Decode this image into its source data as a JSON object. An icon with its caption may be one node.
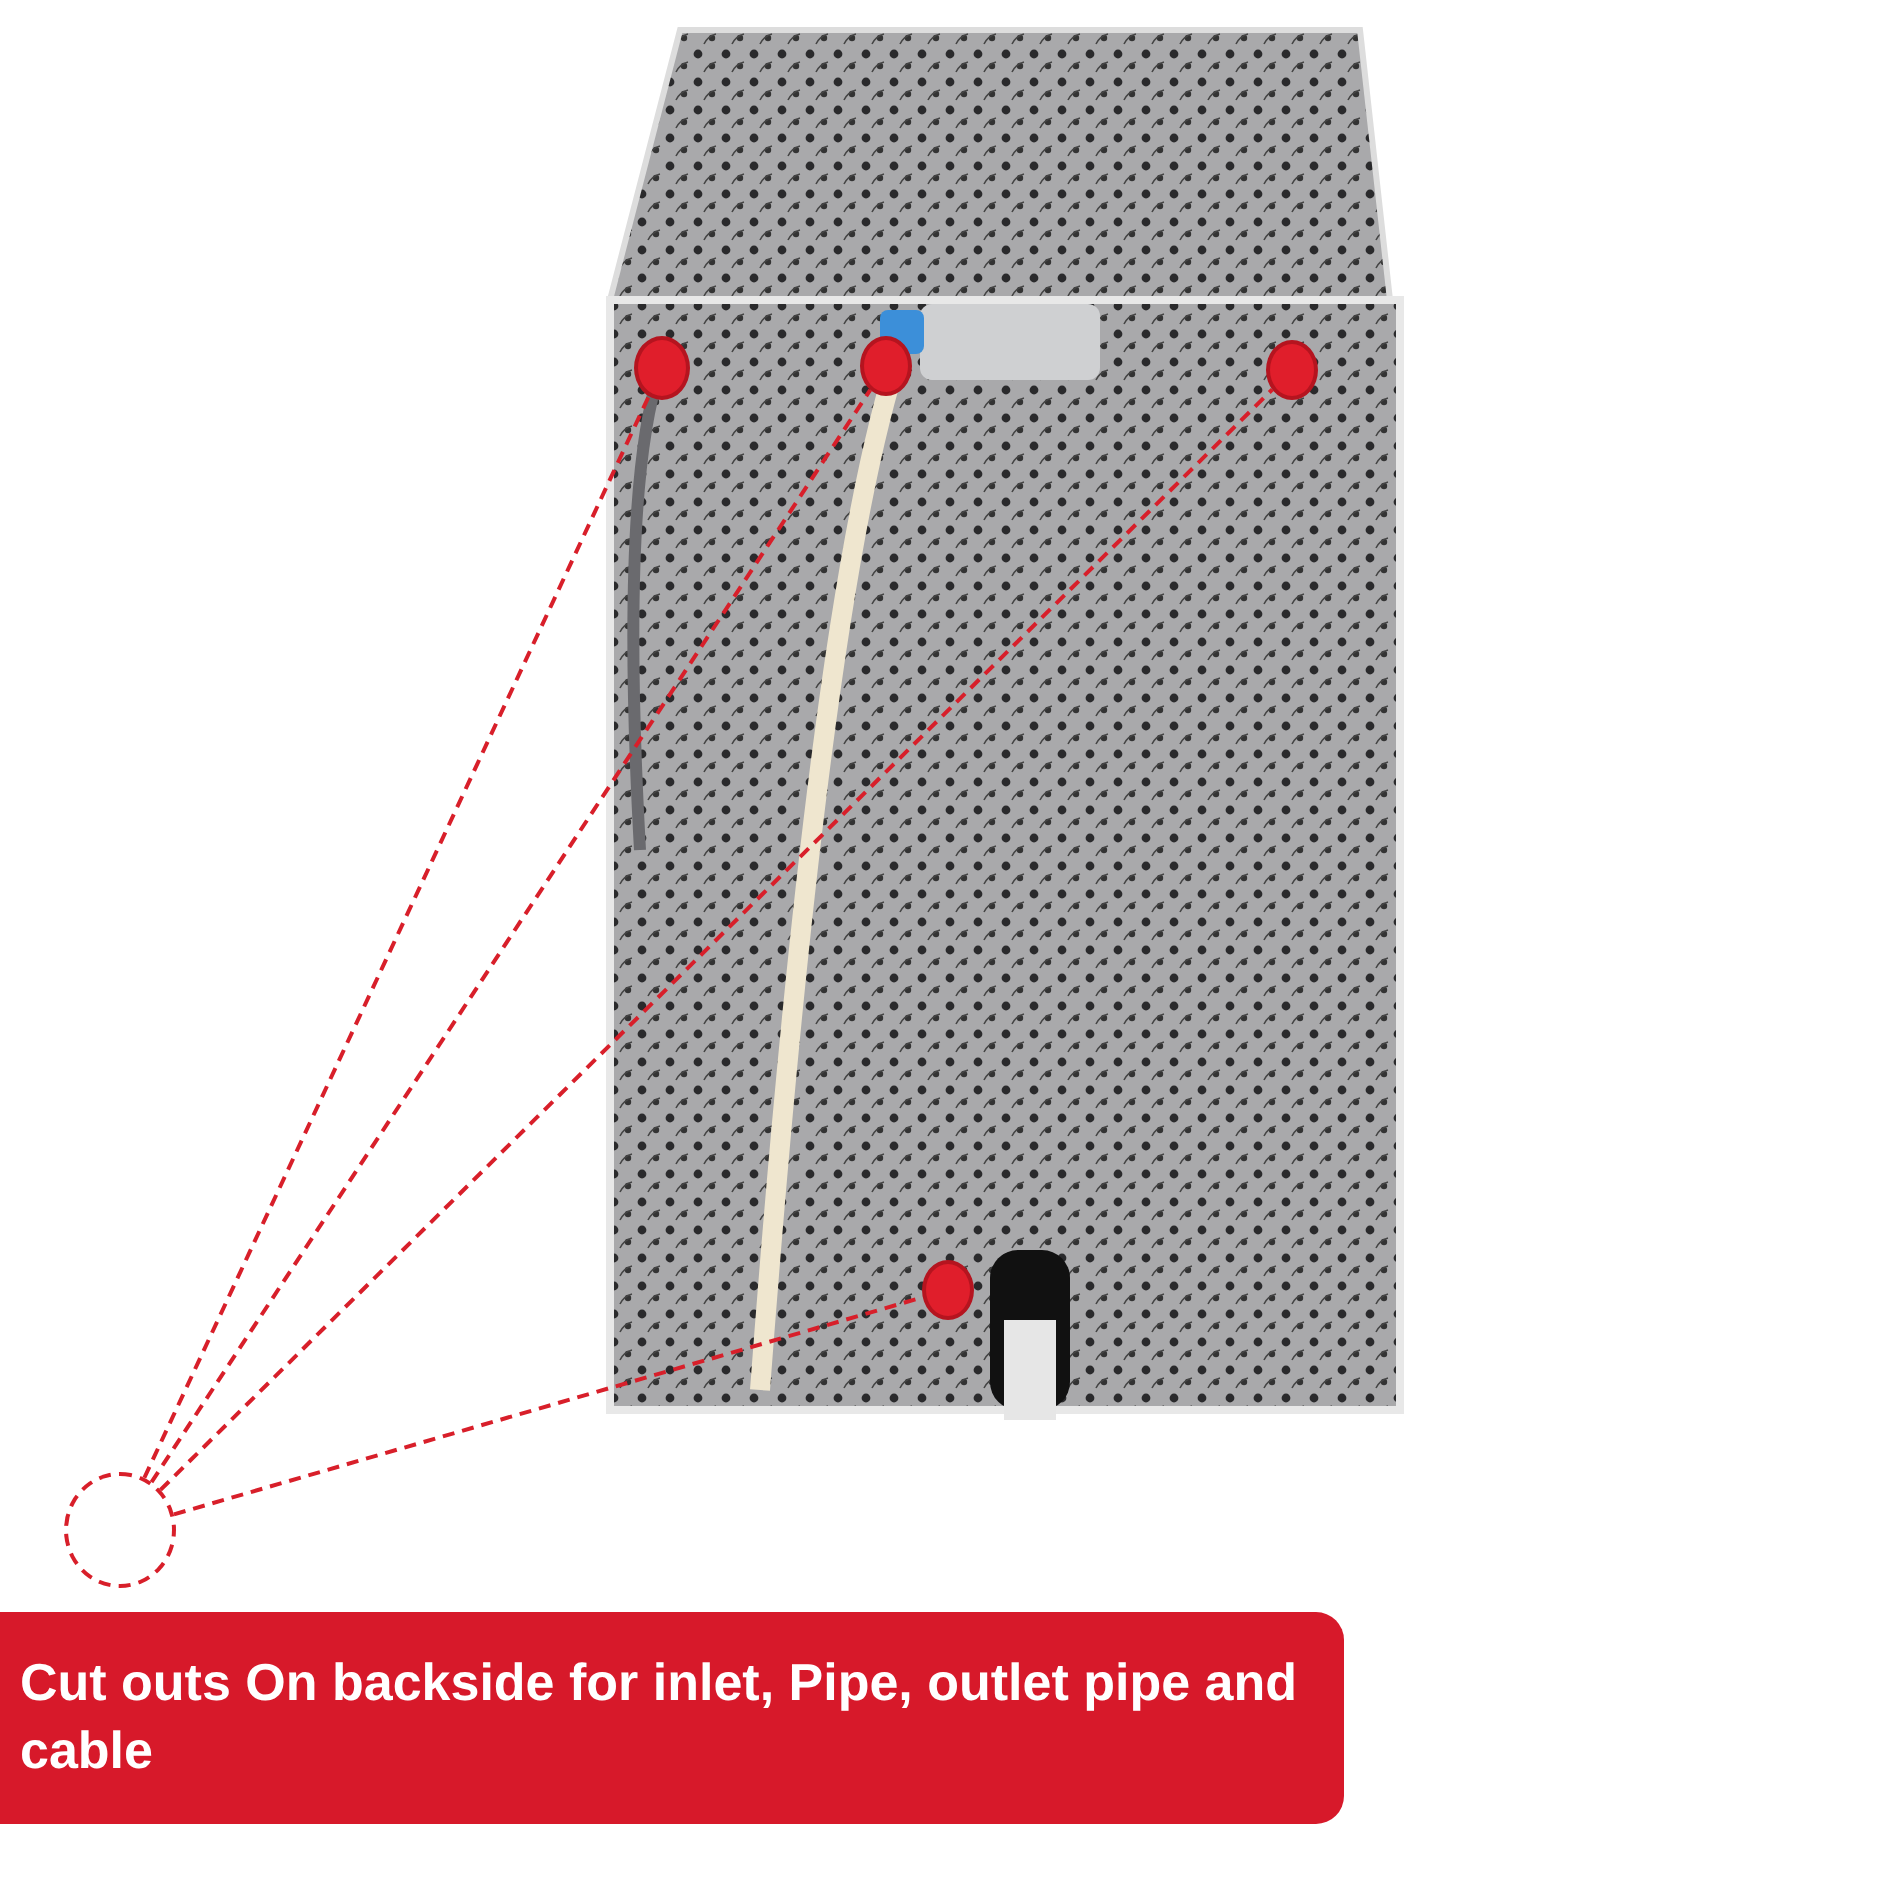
{
  "diagram": {
    "nodes": [
      {
        "text": [],
        "shape": "picture"
      },
      {
        "text": [],
        "shape": "circle",
        "in": 0
      },
      {
        "text": [],
        "shape": "circle",
        "in": 0
      },
      {
        "text": [],
        "shape": "circle",
        "in": 0
      },
      {
        "text": [],
        "shape": "circle",
        "in": 0
      },
      {
        "text": [],
        "shape": "circle"
      },
      {
        "text": [
          "Cut outs On backside for inlet, Pipe, outlet pipe and cable"
        ]
      }
    ],
    "edges": [
      {
        "from": 5,
        "to": 1,
        "arrow": "none",
        "style": "dashed"
      },
      {
        "from": 5,
        "to": 2,
        "arrow": "none",
        "style": "dashed"
      },
      {
        "from": 5,
        "to": 3,
        "arrow": "none",
        "style": "dashed"
      },
      {
        "from": 5,
        "to": 4,
        "arrow": "none",
        "style": "dashed"
      }
    ]
  }
}
